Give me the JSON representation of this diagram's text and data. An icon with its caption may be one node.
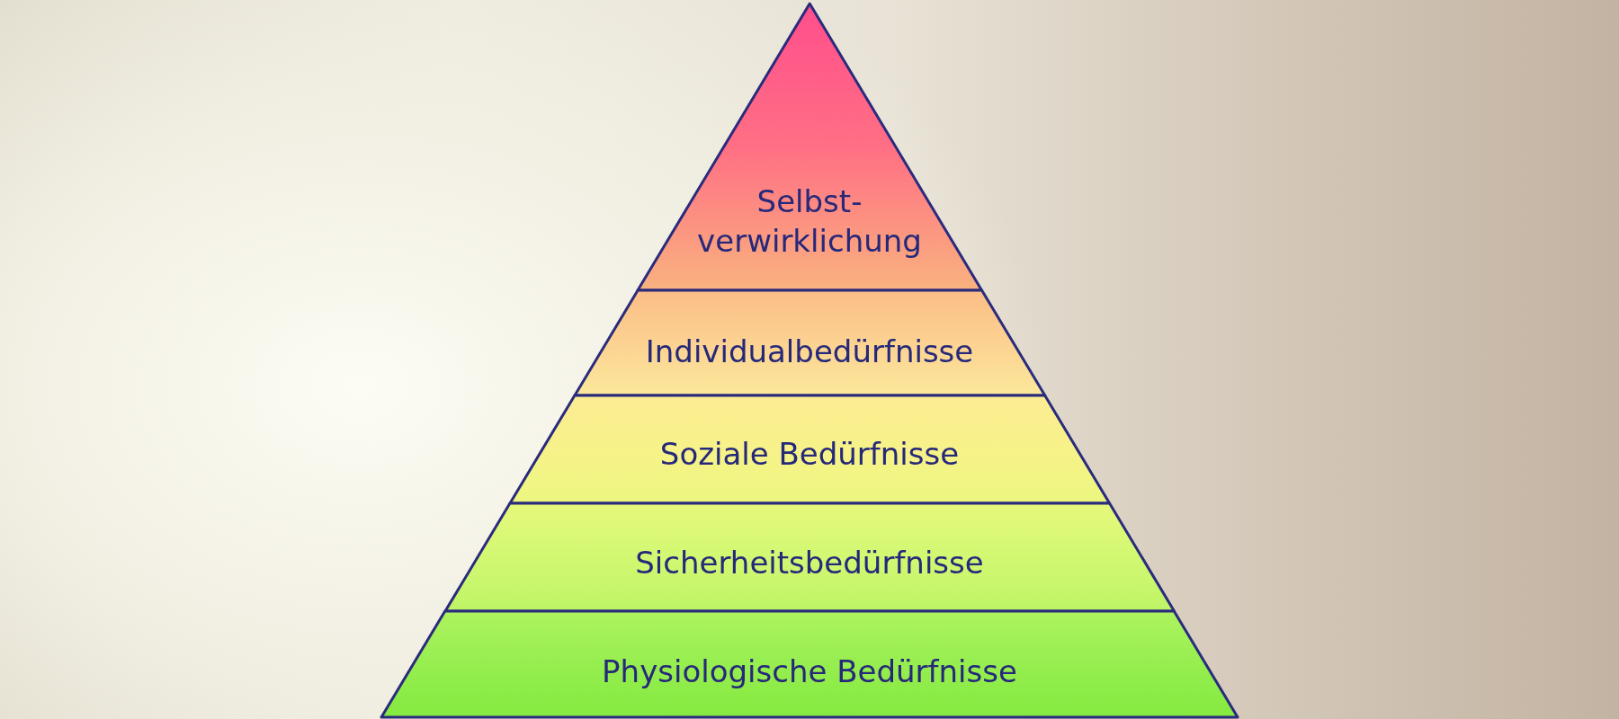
{
  "diagram": {
    "nodes": [
      {
        "text": [
          "Selbst- verwirklichung"
        ]
      },
      {
        "text": [
          "Individualbedürfnisse"
        ]
      },
      {
        "text": [
          "Soziale Bedürfnisse"
        ]
      },
      {
        "text": [
          "Sicherheitsbedürfnisse"
        ]
      },
      {
        "text": [
          "Physiologische Bedürfnisse"
        ]
      }
    ]
  }
}
